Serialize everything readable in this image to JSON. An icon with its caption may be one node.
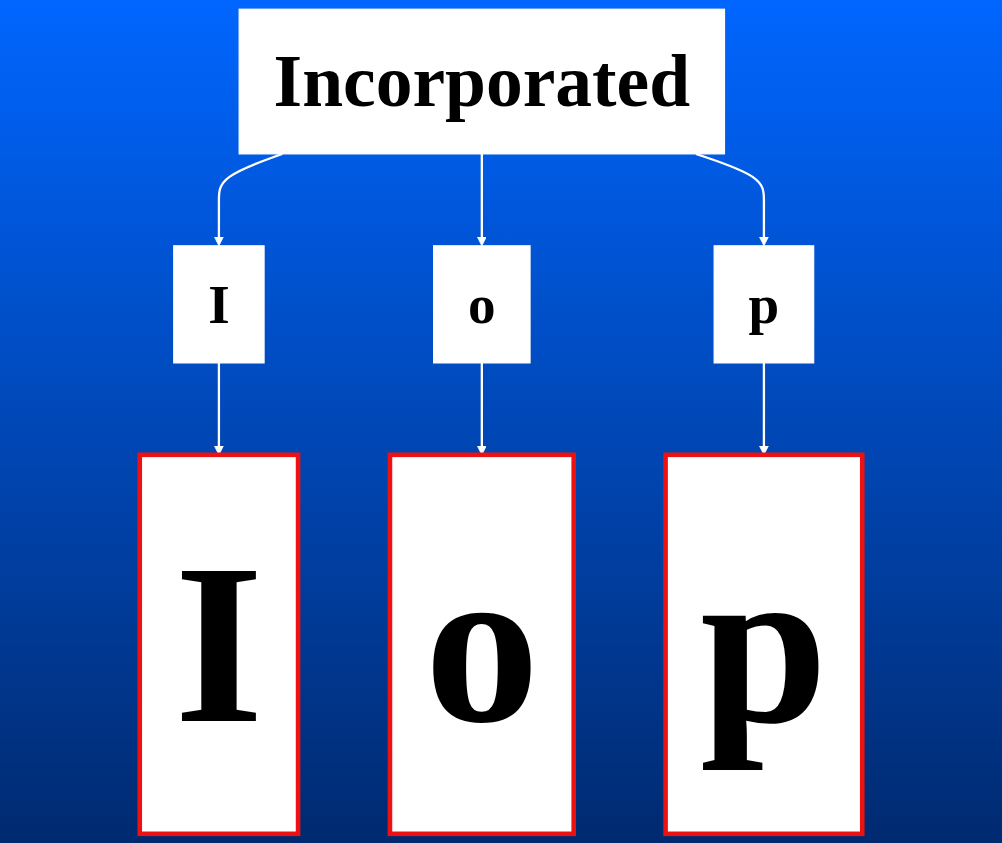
{
  "diagram": {
    "nodes": [
      {
        "text": [
          "Incorporated"
        ]
      },
      {
        "text": [
          "I"
        ]
      },
      {
        "text": [
          "o"
        ]
      },
      {
        "text": [
          "p"
        ]
      },
      {
        "text": [
          "I"
        ]
      },
      {
        "text": [
          "o"
        ]
      },
      {
        "text": [
          "p"
        ]
      }
    ],
    "edges": [
      {
        "from": 0,
        "to": 1,
        "arrow": "to"
      },
      {
        "from": 0,
        "to": 2,
        "arrow": "to"
      },
      {
        "from": 0,
        "to": 3,
        "arrow": "to"
      },
      {
        "from": 1,
        "to": 4,
        "arrow": "to"
      },
      {
        "from": 2,
        "to": 5,
        "arrow": "to"
      },
      {
        "from": 3,
        "to": 6,
        "arrow": "to"
      }
    ]
  }
}
